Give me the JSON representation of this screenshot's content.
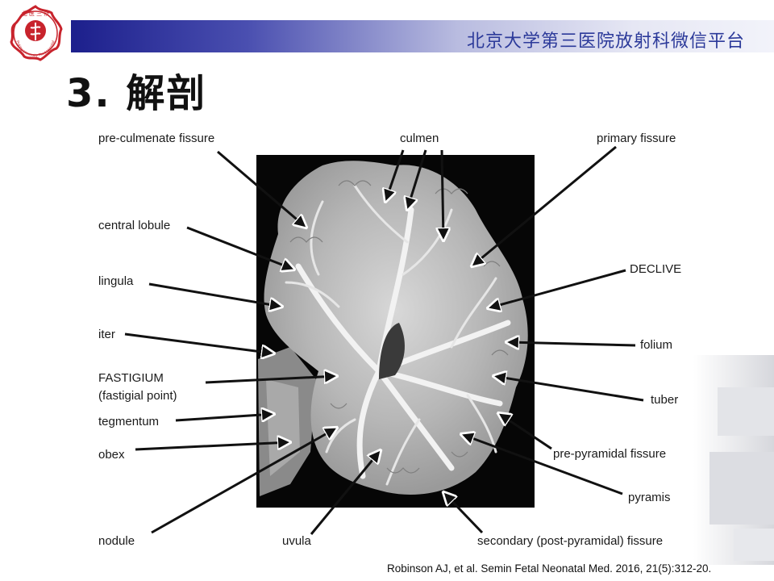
{
  "header": {
    "platform_text": "北京大学第三医院放射科微信平台",
    "logo_text": "Peking University Third Hospital",
    "logo_mark": "北 医 三 院"
  },
  "slide": {
    "title": "3. 解剖"
  },
  "figure": {
    "labels_left": {
      "pre_culmenate": "pre-culmenate fissure",
      "central_lobule": "central lobule",
      "lingula": "lingula",
      "iter": "iter",
      "fastigium": "FASTIGIUM",
      "fastigial_point": "(fastigial point)",
      "tegmentum": "tegmentum",
      "obex": "obex",
      "nodule": "nodule"
    },
    "labels_top": {
      "culmen": "culmen"
    },
    "labels_bottom": {
      "uvula": "uvula",
      "secondary": "secondary (post-pyramidal) fissure"
    },
    "labels_right": {
      "primary": "primary fissure",
      "declive": "DECLIVE",
      "folium": "folium",
      "tuber": "tuber",
      "pre_pyramidal": "pre-pyramidal fissure",
      "pyramis": "pyramis"
    }
  },
  "citation": "Robinson AJ, et al. Semin Fetal Neonatal Med. 2016, 21(5):312-20."
}
